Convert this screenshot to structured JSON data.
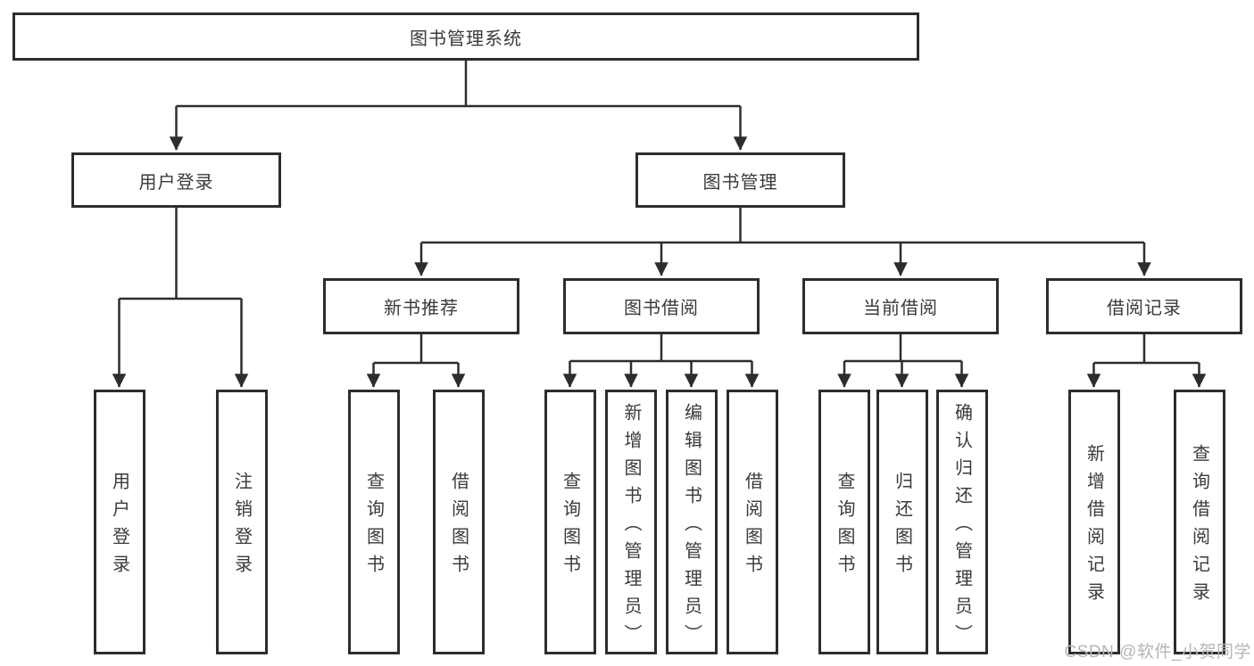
{
  "diagram": {
    "root": {
      "label": "图书管理系统"
    },
    "level2": [
      {
        "label": "用户登录"
      },
      {
        "label": "图书管理"
      }
    ],
    "level3": [
      {
        "label": "新书推荐"
      },
      {
        "label": "图书借阅"
      },
      {
        "label": "当前借阅"
      },
      {
        "label": "借阅记录"
      }
    ],
    "leaves": {
      "user_login": [
        "用户登录",
        "注销登录"
      ],
      "new_book": [
        "查询图书",
        "借阅图书"
      ],
      "book_borrow": [
        "查询图书",
        "新增图书（管理员）",
        "编辑图书（管理员）",
        "借阅图书"
      ],
      "current_borrow": [
        "查询图书",
        "归还图书",
        "确认归还（管理员）"
      ],
      "borrow_records": [
        "新增借阅记录",
        "查询借阅记录"
      ]
    },
    "colors": {
      "line": "#2d2d2d",
      "text": "#3a3a3a",
      "background": "#ffffff",
      "watermark": "#b5b5ba"
    }
  },
  "watermark": {
    "text": "CSDN @软件_小贺同学"
  }
}
